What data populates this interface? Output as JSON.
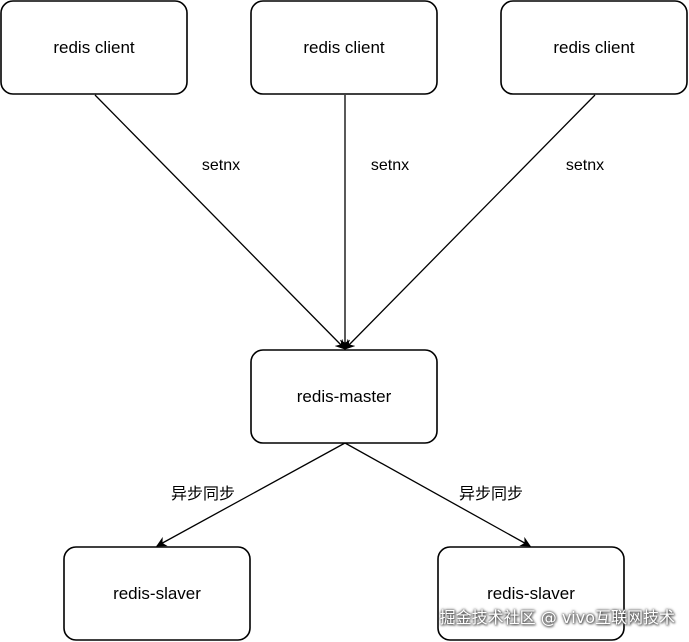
{
  "nodes": {
    "client_1": "redis client",
    "client_2": "redis client",
    "client_3": "redis client",
    "master": "redis-master",
    "slave_1": "redis-slaver",
    "slave_2": "redis-slaver"
  },
  "edges": {
    "client_1_to_master": "setnx",
    "client_2_to_master": "setnx",
    "client_3_to_master": "setnx",
    "master_to_slave_1": "异步同步",
    "master_to_slave_2": "异步同步"
  },
  "watermark": "掘金技术社区 @ vivo互联网技术"
}
